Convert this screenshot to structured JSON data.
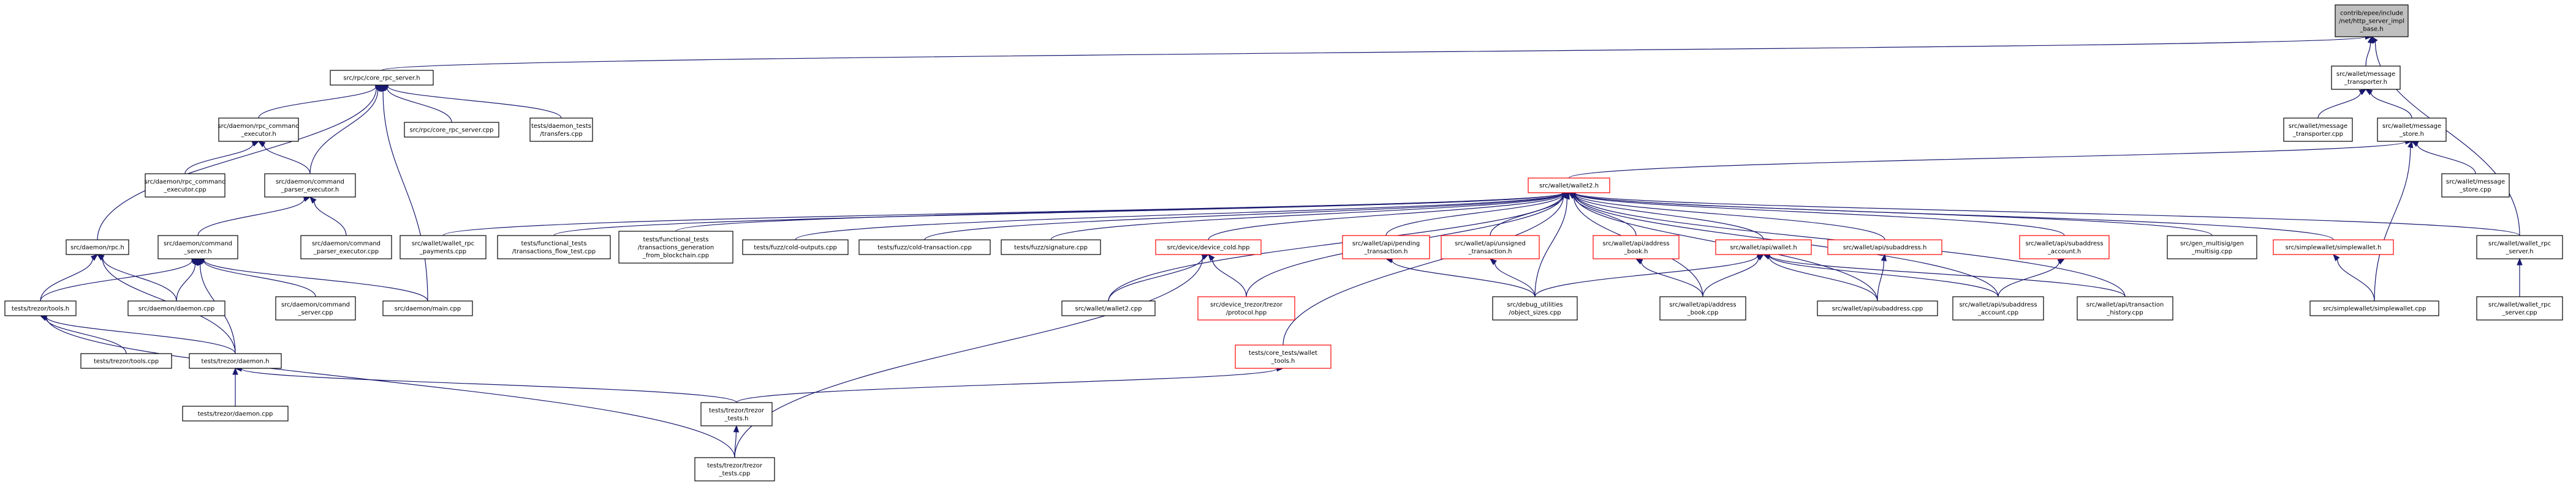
{
  "colors": {
    "edge": "#191970",
    "node_border": "#000000",
    "node_border_incomplete": "#ff0000",
    "root_fill": "#bfbfbf",
    "node_fill": "#ffffff"
  },
  "nodes": [
    {
      "id": "root",
      "lines": [
        "contrib/epee/include",
        "/net/http_server_impl",
        "_base.h"
      ],
      "style": "root"
    },
    {
      "id": "core_rpc_server_h",
      "lines": [
        "src/rpc/core_rpc_server.h"
      ]
    },
    {
      "id": "message_transporter_h",
      "lines": [
        "src/wallet/message",
        "_transporter.h"
      ]
    },
    {
      "id": "rpc_command_executor_h",
      "lines": [
        "src/daemon/rpc_command",
        "_executor.h"
      ]
    },
    {
      "id": "core_rpc_server_cpp",
      "lines": [
        "src/rpc/core_rpc_server.cpp"
      ]
    },
    {
      "id": "daemon_tests_transfers",
      "lines": [
        "tests/daemon_tests",
        "/transfers.cpp"
      ]
    },
    {
      "id": "message_transporter_cpp",
      "lines": [
        "src/wallet/message",
        "_transporter.cpp"
      ]
    },
    {
      "id": "message_store_h",
      "lines": [
        "src/wallet/message",
        "_store.h"
      ]
    },
    {
      "id": "rpc_command_executor_cpp",
      "lines": [
        "src/daemon/rpc_command",
        "_executor.cpp"
      ]
    },
    {
      "id": "command_parser_executor_h",
      "lines": [
        "src/daemon/command",
        "_parser_executor.h"
      ]
    },
    {
      "id": "wallet2_h",
      "lines": [
        "src/wallet/wallet2.h"
      ],
      "style": "red"
    },
    {
      "id": "message_store_cpp",
      "lines": [
        "src/wallet/message",
        "_store.cpp"
      ]
    },
    {
      "id": "daemon_rpc_h",
      "lines": [
        "src/daemon/rpc.h"
      ]
    },
    {
      "id": "command_server_h",
      "lines": [
        "src/daemon/command",
        "_server.h"
      ]
    },
    {
      "id": "command_parser_executor_cpp",
      "lines": [
        "src/daemon/command",
        "_parser_executor.cpp"
      ]
    },
    {
      "id": "wallet_rpc_payments",
      "lines": [
        "src/wallet/wallet_rpc",
        "_payments.cpp"
      ]
    },
    {
      "id": "functional_tests_flow",
      "lines": [
        "tests/functional_tests",
        "/transactions_flow_test.cpp"
      ]
    },
    {
      "id": "functional_tests_gen",
      "lines": [
        "tests/functional_tests",
        "/transactions_generation",
        "_from_blockchain.cpp"
      ]
    },
    {
      "id": "fuzz_cold_outputs",
      "lines": [
        "tests/fuzz/cold-outputs.cpp"
      ]
    },
    {
      "id": "fuzz_cold_transaction",
      "lines": [
        "tests/fuzz/cold-transaction.cpp"
      ]
    },
    {
      "id": "fuzz_signature",
      "lines": [
        "tests/fuzz/signature.cpp"
      ]
    },
    {
      "id": "device_cold_hpp",
      "lines": [
        "src/device/device_cold.hpp"
      ],
      "style": "red"
    },
    {
      "id": "api_pending_transaction_h",
      "lines": [
        "src/wallet/api/pending",
        "_transaction.h"
      ],
      "style": "red"
    },
    {
      "id": "api_unsigned_transaction_h",
      "lines": [
        "src/wallet/api/unsigned",
        "_transaction.h"
      ],
      "style": "red"
    },
    {
      "id": "api_address_book_h",
      "lines": [
        "src/wallet/api/address",
        "_book.h"
      ],
      "style": "red"
    },
    {
      "id": "api_wallet_h",
      "lines": [
        "src/wallet/api/wallet.h"
      ],
      "style": "red"
    },
    {
      "id": "api_subaddress_h",
      "lines": [
        "src/wallet/api/subaddress.h"
      ],
      "style": "red"
    },
    {
      "id": "api_subaddress_account_h",
      "lines": [
        "src/wallet/api/subaddress",
        "_account.h"
      ],
      "style": "red"
    },
    {
      "id": "gen_multisig_cpp",
      "lines": [
        "src/gen_multisig/gen",
        "_multisig.cpp"
      ]
    },
    {
      "id": "simplewallet_h",
      "lines": [
        "src/simplewallet/simplewallet.h"
      ],
      "style": "red"
    },
    {
      "id": "wallet_rpc_server_h",
      "lines": [
        "src/wallet/wallet_rpc",
        "_server.h"
      ]
    },
    {
      "id": "trezor_tools_h",
      "lines": [
        "tests/trezor/tools.h"
      ]
    },
    {
      "id": "daemon_daemon_cpp",
      "lines": [
        "src/daemon/daemon.cpp"
      ]
    },
    {
      "id": "command_server_cpp",
      "lines": [
        "src/daemon/command",
        "_server.cpp"
      ]
    },
    {
      "id": "daemon_main_cpp",
      "lines": [
        "src/daemon/main.cpp"
      ]
    },
    {
      "id": "wallet2_cpp",
      "lines": [
        "src/wallet/wallet2.cpp"
      ]
    },
    {
      "id": "device_trezor_protocol",
      "lines": [
        "src/device_trezor/trezor",
        "/protocol.hpp"
      ],
      "style": "red"
    },
    {
      "id": "debug_object_sizes",
      "lines": [
        "src/debug_utilities",
        "/object_sizes.cpp"
      ]
    },
    {
      "id": "api_address_book_cpp",
      "lines": [
        "src/wallet/api/address",
        "_book.cpp"
      ]
    },
    {
      "id": "api_subaddress_cpp",
      "lines": [
        "src/wallet/api/subaddress.cpp"
      ]
    },
    {
      "id": "api_subaddress_account_cpp",
      "lines": [
        "src/wallet/api/subaddress",
        "_account.cpp"
      ]
    },
    {
      "id": "api_transaction_history_cpp",
      "lines": [
        "src/wallet/api/transaction",
        "_history.cpp"
      ]
    },
    {
      "id": "simplewallet_cpp",
      "lines": [
        "src/simplewallet/simplewallet.cpp"
      ]
    },
    {
      "id": "wallet_rpc_server_cpp",
      "lines": [
        "src/wallet/wallet_rpc",
        "_server.cpp"
      ]
    },
    {
      "id": "trezor_tools_cpp",
      "lines": [
        "tests/trezor/tools.cpp"
      ]
    },
    {
      "id": "trezor_daemon_h",
      "lines": [
        "tests/trezor/daemon.h"
      ]
    },
    {
      "id": "core_tests_wallet_tools_h",
      "lines": [
        "tests/core_tests/wallet",
        "_tools.h"
      ],
      "style": "red"
    },
    {
      "id": "trezor_daemon_cpp",
      "lines": [
        "tests/trezor/daemon.cpp"
      ]
    },
    {
      "id": "trezor_tests_h",
      "lines": [
        "tests/trezor/trezor",
        "_tests.h"
      ]
    },
    {
      "id": "trezor_tests_cpp",
      "lines": [
        "tests/trezor/trezor",
        "_tests.cpp"
      ]
    }
  ],
  "edges": [
    [
      "core_rpc_server_h",
      "root"
    ],
    [
      "message_transporter_h",
      "root"
    ],
    [
      "wallet_rpc_server_h",
      "root"
    ],
    [
      "message_transporter_cpp",
      "message_transporter_h"
    ],
    [
      "message_store_h",
      "message_transporter_h"
    ],
    [
      "rpc_command_executor_h",
      "core_rpc_server_h"
    ],
    [
      "core_rpc_server_cpp",
      "core_rpc_server_h"
    ],
    [
      "daemon_tests_transfers",
      "core_rpc_server_h"
    ],
    [
      "command_parser_executor_h",
      "core_rpc_server_h"
    ],
    [
      "daemon_rpc_h",
      "core_rpc_server_h"
    ],
    [
      "daemon_main_cpp",
      "core_rpc_server_h"
    ],
    [
      "rpc_command_executor_cpp",
      "rpc_command_executor_h"
    ],
    [
      "command_parser_executor_h",
      "rpc_command_executor_h"
    ],
    [
      "wallet2_h",
      "message_store_h"
    ],
    [
      "message_store_cpp",
      "message_store_h"
    ],
    [
      "simplewallet_cpp",
      "message_store_h"
    ],
    [
      "command_parser_executor_cpp",
      "command_parser_executor_h"
    ],
    [
      "command_server_h",
      "command_parser_executor_h"
    ],
    [
      "trezor_tools_h",
      "daemon_rpc_h"
    ],
    [
      "daemon_daemon_cpp",
      "daemon_rpc_h"
    ],
    [
      "trezor_daemon_h",
      "daemon_rpc_h"
    ],
    [
      "trezor_tools_h",
      "command_server_h"
    ],
    [
      "daemon_daemon_cpp",
      "command_server_h"
    ],
    [
      "command_server_cpp",
      "command_server_h"
    ],
    [
      "daemon_main_cpp",
      "command_server_h"
    ],
    [
      "trezor_daemon_h",
      "command_server_h"
    ],
    [
      "wallet_rpc_payments",
      "wallet2_h"
    ],
    [
      "functional_tests_flow",
      "wallet2_h"
    ],
    [
      "functional_tests_gen",
      "wallet2_h"
    ],
    [
      "fuzz_cold_outputs",
      "wallet2_h"
    ],
    [
      "fuzz_cold_transaction",
      "wallet2_h"
    ],
    [
      "fuzz_signature",
      "wallet2_h"
    ],
    [
      "device_cold_hpp",
      "wallet2_h"
    ],
    [
      "wallet2_cpp",
      "wallet2_h"
    ],
    [
      "device_trezor_protocol",
      "wallet2_h"
    ],
    [
      "api_pending_transaction_h",
      "wallet2_h"
    ],
    [
      "api_unsigned_transaction_h",
      "wallet2_h"
    ],
    [
      "debug_object_sizes",
      "wallet2_h"
    ],
    [
      "api_address_book_h",
      "wallet2_h"
    ],
    [
      "api_address_book_cpp",
      "wallet2_h"
    ],
    [
      "api_wallet_h",
      "wallet2_h"
    ],
    [
      "api_subaddress_h",
      "wallet2_h"
    ],
    [
      "api_subaddress_cpp",
      "wallet2_h"
    ],
    [
      "api_subaddress_account_cpp",
      "wallet2_h"
    ],
    [
      "api_subaddress_account_h",
      "wallet2_h"
    ],
    [
      "api_transaction_history_cpp",
      "wallet2_h"
    ],
    [
      "gen_multisig_cpp",
      "wallet2_h"
    ],
    [
      "simplewallet_h",
      "wallet2_h"
    ],
    [
      "wallet_rpc_server_h",
      "wallet2_h"
    ],
    [
      "core_tests_wallet_tools_h",
      "wallet2_h"
    ],
    [
      "wallet2_cpp",
      "device_cold_hpp"
    ],
    [
      "device_trezor_protocol",
      "device_cold_hpp"
    ],
    [
      "trezor_tests_cpp",
      "device_cold_hpp"
    ],
    [
      "debug_object_sizes",
      "api_pending_transaction_h"
    ],
    [
      "debug_object_sizes",
      "api_unsigned_transaction_h"
    ],
    [
      "api_address_book_cpp",
      "api_address_book_h"
    ],
    [
      "debug_object_sizes",
      "api_wallet_h"
    ],
    [
      "api_address_book_cpp",
      "api_wallet_h"
    ],
    [
      "api_subaddress_cpp",
      "api_wallet_h"
    ],
    [
      "api_subaddress_account_cpp",
      "api_wallet_h"
    ],
    [
      "api_transaction_history_cpp",
      "api_wallet_h"
    ],
    [
      "api_subaddress_cpp",
      "api_subaddress_h"
    ],
    [
      "api_subaddress_account_cpp",
      "api_subaddress_account_h"
    ],
    [
      "simplewallet_cpp",
      "simplewallet_h"
    ],
    [
      "wallet_rpc_server_cpp",
      "wallet_rpc_server_h"
    ],
    [
      "trezor_tools_cpp",
      "trezor_tools_h"
    ],
    [
      "trezor_daemon_h",
      "trezor_tools_h"
    ],
    [
      "trezor_tests_cpp",
      "trezor_tools_h"
    ],
    [
      "trezor_daemon_cpp",
      "trezor_daemon_h"
    ],
    [
      "trezor_tests_h",
      "trezor_daemon_h"
    ],
    [
      "trezor_tests_h",
      "core_tests_wallet_tools_h"
    ],
    [
      "trezor_tests_cpp",
      "trezor_tests_h"
    ]
  ]
}
